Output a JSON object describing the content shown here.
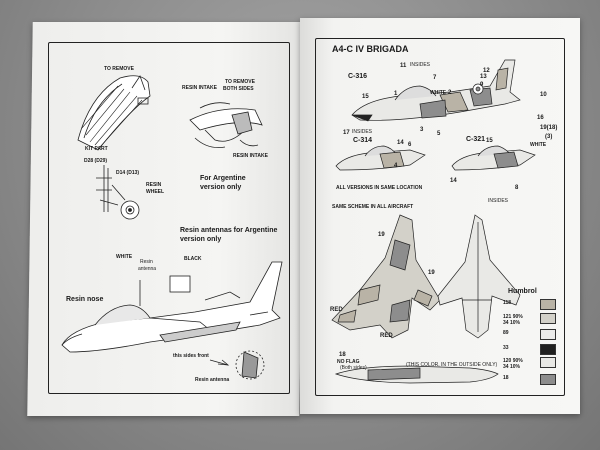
{
  "left_page": {
    "to_remove": "TO REMOVE",
    "resin_intake_top": "RESIN INTAKE",
    "to_remove_both_sides": [
      "TO REMOVE",
      "BOTH SIDES"
    ],
    "resin_intake_bottom": "RESIN INTAKE",
    "kit_part": "KIT PART",
    "d28_d29": "D28 (D29)",
    "d14_d13": "D14 (D13)",
    "resin_wheel": [
      "RESIN",
      "WHEEL"
    ],
    "argentine_version_only": [
      "For Argentine",
      "version only"
    ],
    "resin_antennas_argentine": [
      "Resin antennas for Argentine",
      "version only"
    ],
    "white": "WHITE",
    "black": "BLACK",
    "resin_antenna_small": [
      "Resin",
      "antenna"
    ],
    "resin_nose": "Resin nose",
    "this_sides_front": "this sides front",
    "resin_antenna_bottom": "Resin antenna"
  },
  "right_page": {
    "title": "A4-C IV BRIGADA",
    "serial_top": "C-316",
    "serial_mid_left": "C-314",
    "serial_mid_right": "C-321",
    "inside_top": "INSIDES",
    "inside_mid": "INSIDES",
    "inside_bottom": "INSIDES",
    "white_label_top": "WHITE",
    "white_label_mid": "WHITE",
    "callouts": [
      "11",
      "7",
      "2",
      "13",
      "9",
      "1",
      "3",
      "15",
      "5",
      "17",
      "14",
      "4",
      "6",
      "15",
      "14",
      "8",
      "10",
      "16",
      "12",
      "19",
      "19",
      "18"
    ],
    "all_versions_note": "ALL VERSIONS IN SAME LOCATION",
    "same_scheme_note": "SAME SCHEME IN ALL AIRCRAFT",
    "red_top": "RED",
    "red_bottom": "RED",
    "no_flag": [
      "NO FLAG",
      "(Both sides)"
    ],
    "this_color_note": "(THIS COLOR, IN THE OUTSIDE ONLY)",
    "humbrol_heading": "Humbrol",
    "paints": [
      {
        "label": "118",
        "color": "#b9b3a6"
      },
      {
        "label": "121 90%\n34 10%",
        "color": "#d3d1c9"
      },
      {
        "label": "89",
        "color": "#ebebea"
      },
      {
        "label": "33",
        "color": "#202020"
      },
      {
        "label": "120 90%\n34 10%",
        "color": "#e9e9e6"
      },
      {
        "label": "18",
        "color": "#8d8d8d"
      }
    ],
    "roundel_number": "12",
    "side_numbers": [
      "19(18)",
      "(3)"
    ]
  }
}
